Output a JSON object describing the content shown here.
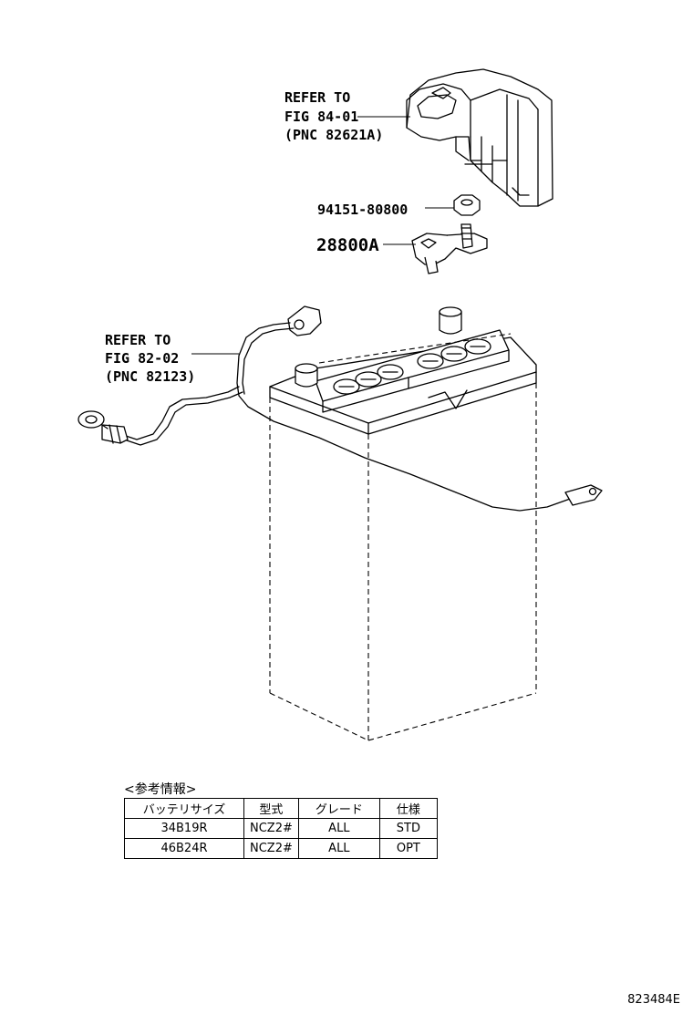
{
  "callouts": {
    "cover_ref": {
      "line1": "REFER TO",
      "line2": "FIG 84-01",
      "line3": "(PNC 82621A)"
    },
    "nut": "94151-80800",
    "terminal": "28800A",
    "cable_ref": {
      "line1": "REFER TO",
      "line2": "FIG 82-02",
      "line3": "(PNC 82123)"
    }
  },
  "reference": {
    "title": "<参考情報>",
    "headers": [
      "バッテリサイズ",
      "型式",
      "グレード",
      "仕様"
    ],
    "rows": [
      [
        "34B19R",
        "NCZ2#",
        "ALL",
        "STD"
      ],
      [
        "46B24R",
        "NCZ2#",
        "ALL",
        "OPT"
      ]
    ]
  },
  "diagram_id": "823484E"
}
